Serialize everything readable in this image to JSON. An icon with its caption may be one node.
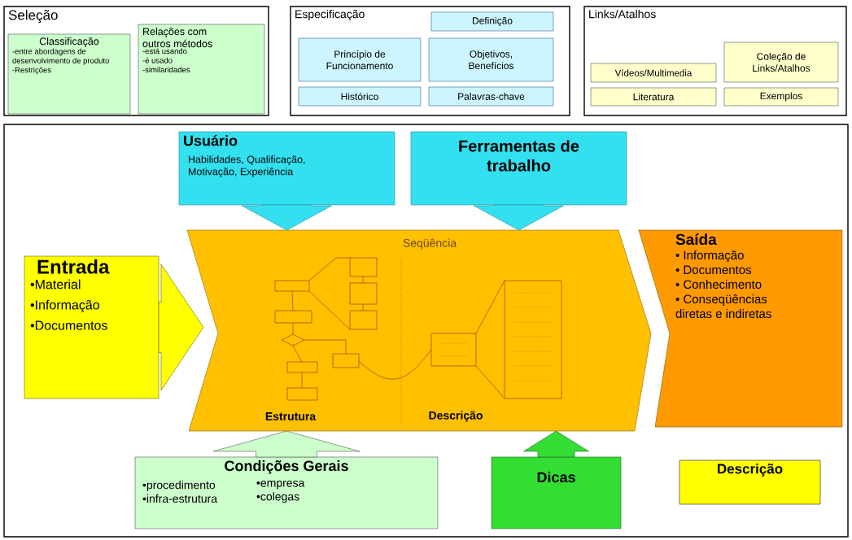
{
  "diagram": {
    "nodes": [
      {
        "text": [
          "Seleção"
        ]
      },
      {
        "text": [
          "Classificação",
          "-entre abordagens de desenvolvimento de produto",
          "-Restrições"
        ],
        "in": 0
      },
      {
        "text": [
          "Relações com outros métodos",
          "-está usando",
          "-é usado",
          "-similaridades"
        ],
        "in": 0
      },
      {
        "text": [
          "Especificação"
        ]
      },
      {
        "text": [
          "Definição"
        ],
        "in": 3
      },
      {
        "text": [
          "Princípio de Funcionamento"
        ],
        "in": 3
      },
      {
        "text": [
          "Objetivos, Benefícios"
        ],
        "in": 3
      },
      {
        "text": [
          "Histórico"
        ],
        "in": 3
      },
      {
        "text": [
          "Palavras-chave"
        ],
        "in": 3
      },
      {
        "text": [
          "Links/Atalhos"
        ]
      },
      {
        "text": [
          "Coleção de Links/Atalhos"
        ],
        "in": 9
      },
      {
        "text": [
          "Vídeos/Multimedia"
        ],
        "in": 9
      },
      {
        "text": [
          "Literatura"
        ],
        "in": 9
      },
      {
        "text": [
          "Exemplos"
        ],
        "in": 9
      },
      {
        "text": [],
        "shape": "box"
      },
      {
        "text": [
          "Usuário",
          "Habilidades, Qualificação, Motivação, Experiência"
        ],
        "in": 14
      },
      {
        "text": [
          "Ferramentas de trabalho"
        ],
        "in": 14
      },
      {
        "text": [
          "Entrada",
          "•Material",
          "•Informação",
          "•Documentos"
        ],
        "in": 14
      },
      {
        "text": [
          "Seqüência",
          "Estrutura",
          "Descrição"
        ],
        "in": 14
      },
      {
        "text": [
          "Saída",
          "• Informação",
          "• Documentos",
          "• Conhecimento",
          "• Conseqüências diretas e indiretas"
        ],
        "in": 14
      },
      {
        "text": [
          "Condições Gerais",
          "•procedimento",
          "•infra-estrutura",
          "•empresa",
          "•colegas"
        ],
        "in": 14
      },
      {
        "text": [
          "Dicas"
        ],
        "in": 14
      },
      {
        "text": [
          "Descrição"
        ],
        "in": 14
      }
    ],
    "edges": [
      {
        "from": 15,
        "to": 18,
        "arrow": "to",
        "color": "#33e0f0"
      },
      {
        "from": 16,
        "to": 18,
        "arrow": "to",
        "color": "#33e0f0"
      },
      {
        "from": 17,
        "to": 18,
        "arrow": "to",
        "color": "#ffff00"
      },
      {
        "from": 20,
        "to": 18,
        "arrow": "to",
        "color": "#ccffcc"
      },
      {
        "from": 21,
        "to": 18,
        "arrow": "to",
        "color": "#33dd33"
      }
    ]
  }
}
